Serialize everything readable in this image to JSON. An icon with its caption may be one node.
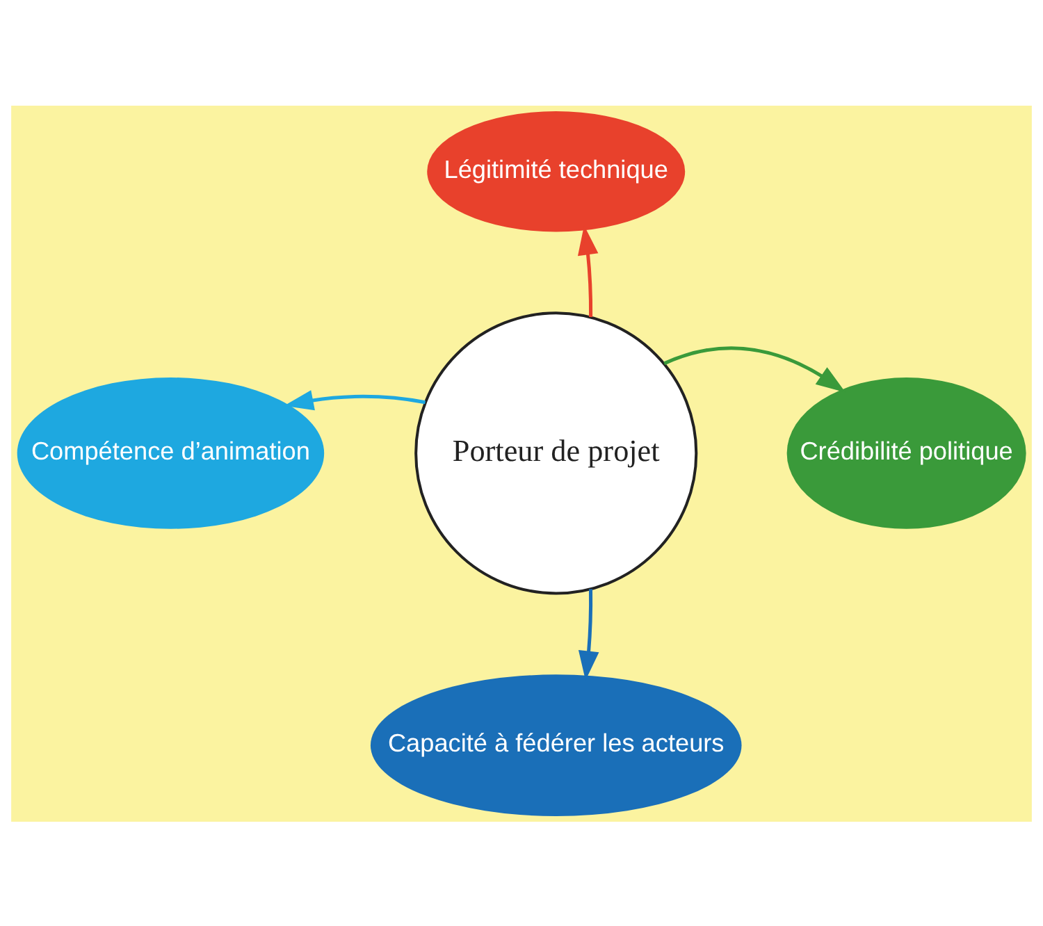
{
  "diagram": {
    "nodes": [
      {
        "text": [
          "Légitimité technique"
        ]
      },
      {
        "text": [
          "Compétence d’animation"
        ]
      },
      {
        "text": [
          "Porteur de projet"
        ]
      },
      {
        "text": [
          "Crédibilité politique"
        ]
      },
      {
        "text": [
          "Capacité à fédérer les acteurs"
        ]
      }
    ],
    "edges": [
      {
        "from": 2,
        "to": 0,
        "arrow": "to",
        "color": "#e8412c"
      },
      {
        "from": 2,
        "to": 1,
        "arrow": "to",
        "color": "#1ea8e0"
      },
      {
        "from": 2,
        "to": 3,
        "arrow": "to",
        "color": "#3a9a3a"
      },
      {
        "from": 2,
        "to": 4,
        "arrow": "to",
        "color": "#1a6fb8"
      }
    ]
  }
}
